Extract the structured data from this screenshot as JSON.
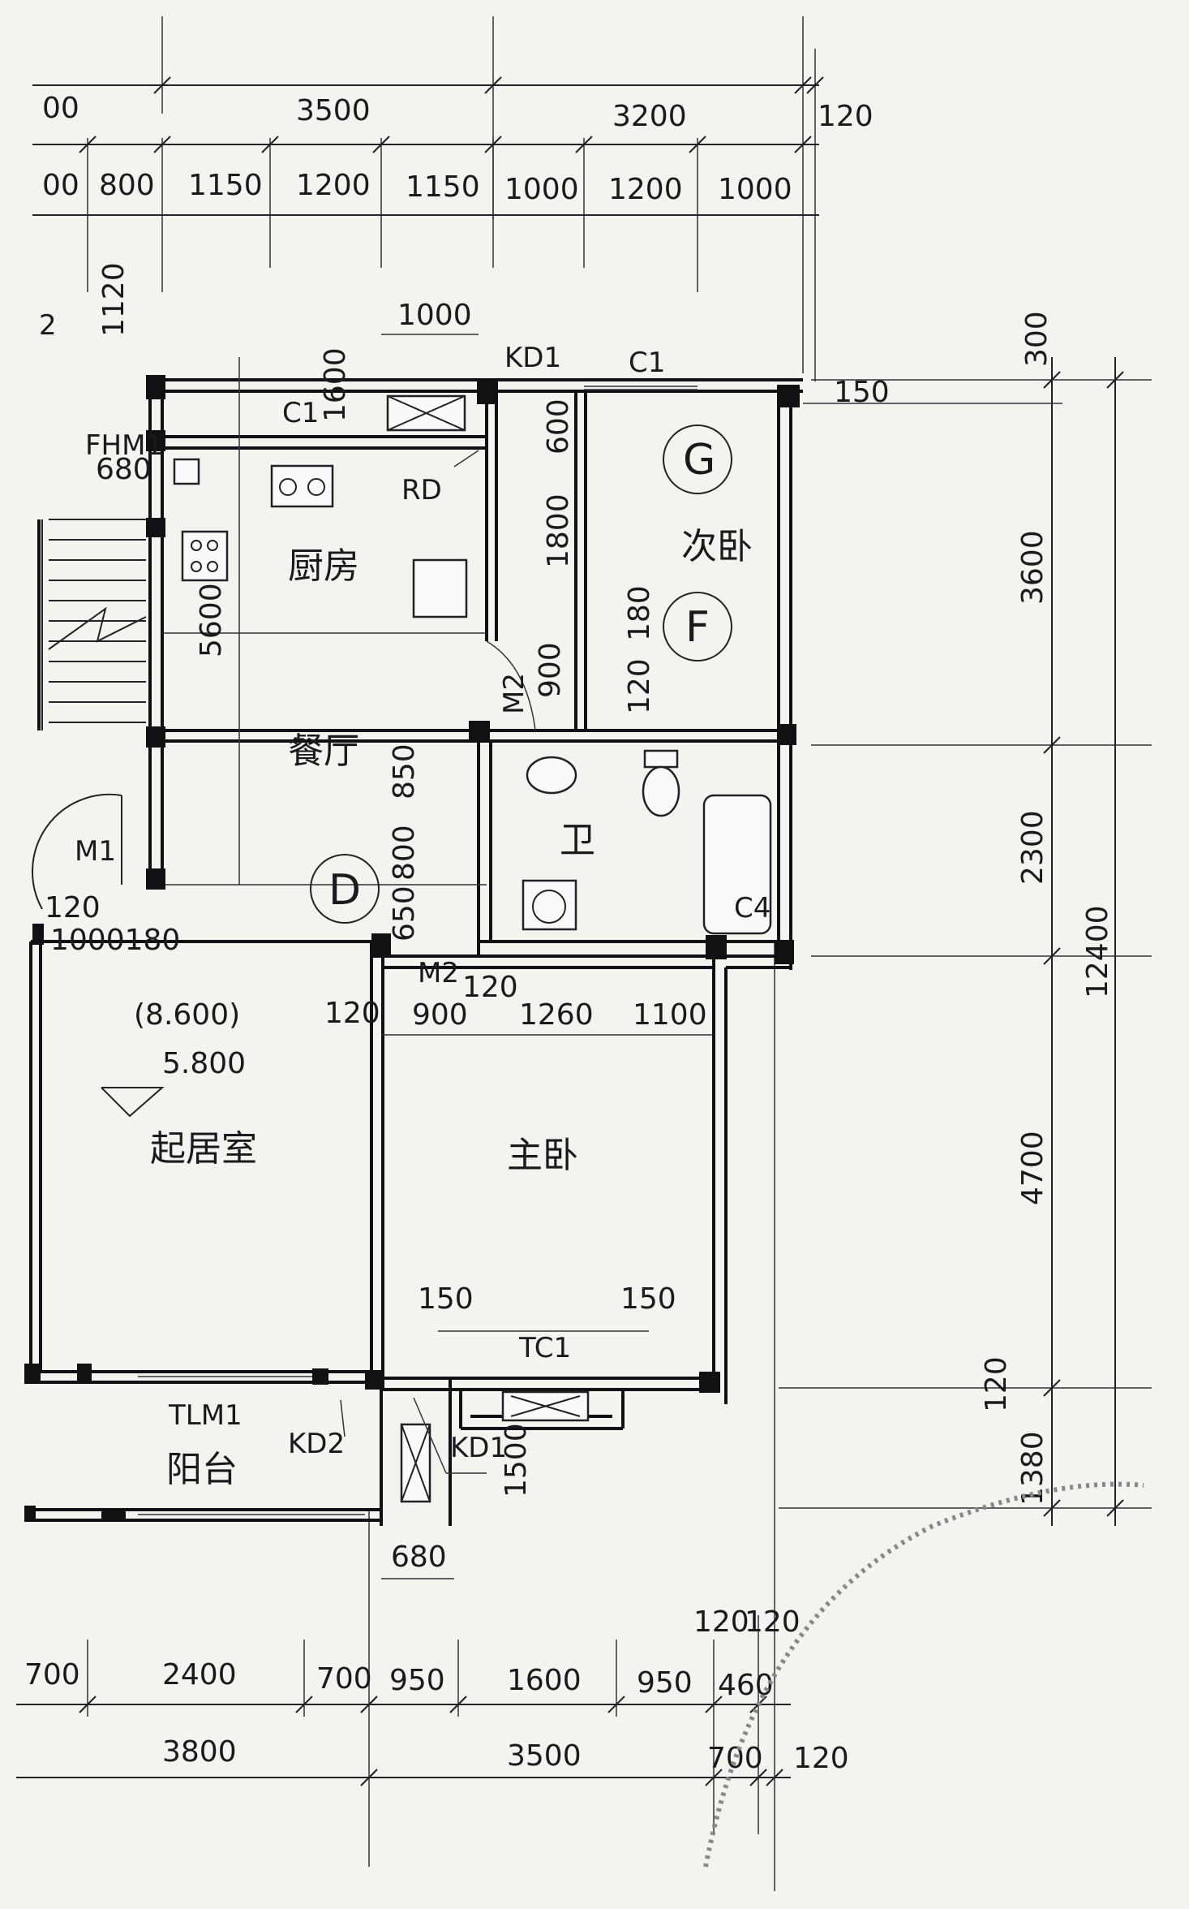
{
  "plan": {
    "top_dims_row1": [
      "00",
      "3500",
      "3200",
      "120"
    ],
    "top_dims_row2": [
      "00",
      "800",
      "1150",
      "1200",
      "1150",
      "1000",
      "1200",
      "1000"
    ],
    "bottom_dims_row1": [
      "700",
      "2400",
      "700",
      "950",
      "1600",
      "950",
      "460"
    ],
    "bottom_dims_row2": [
      "3800",
      "3500",
      "700",
      "120"
    ],
    "bottom_extra": [
      "120",
      "120"
    ],
    "right_dims": [
      "300",
      "150",
      "3600",
      "2300",
      "4700",
      "120",
      "1380",
      "12400"
    ],
    "rooms": {
      "kitchen": "厨房",
      "dining": "餐厅",
      "second_bedroom": "次卧",
      "bathroom": "卫",
      "living": "起居室",
      "master": "主卧",
      "balcony": "阳台"
    },
    "axes": [
      "G",
      "F",
      "D"
    ],
    "labels": {
      "kd1_top": "KD1",
      "c1_top": "C1",
      "c1_left": "C1",
      "fhm1": "FHM1",
      "rd": "RD",
      "m2_a": "M2",
      "m2_b": "M2",
      "m1": "M1",
      "c4": "C4",
      "tc1": "TC1",
      "tlm1": "TLM1",
      "kd2": "KD2",
      "kd1_bottom": "KD1",
      "two": "2"
    },
    "inner_dims": {
      "d1000": "1000",
      "d1120": "1120",
      "d1600": "1600",
      "d680": "680",
      "d600": "600",
      "d1800": "1800",
      "d180": "180",
      "d900": "900",
      "d120a": "120",
      "d5600": "5600",
      "d850": "850",
      "d800": "800",
      "d650": "650",
      "d120b": "120",
      "d1000_180": "1000180",
      "d120c": "120",
      "d900b": "900",
      "d120d": "120",
      "d1260": "1260",
      "d1100": "1100",
      "d150a": "150",
      "d150b": "150",
      "d1500": "1500",
      "d680b": "680"
    },
    "elevation": {
      "upper": "(8.600)",
      "lower": "5.800"
    }
  }
}
